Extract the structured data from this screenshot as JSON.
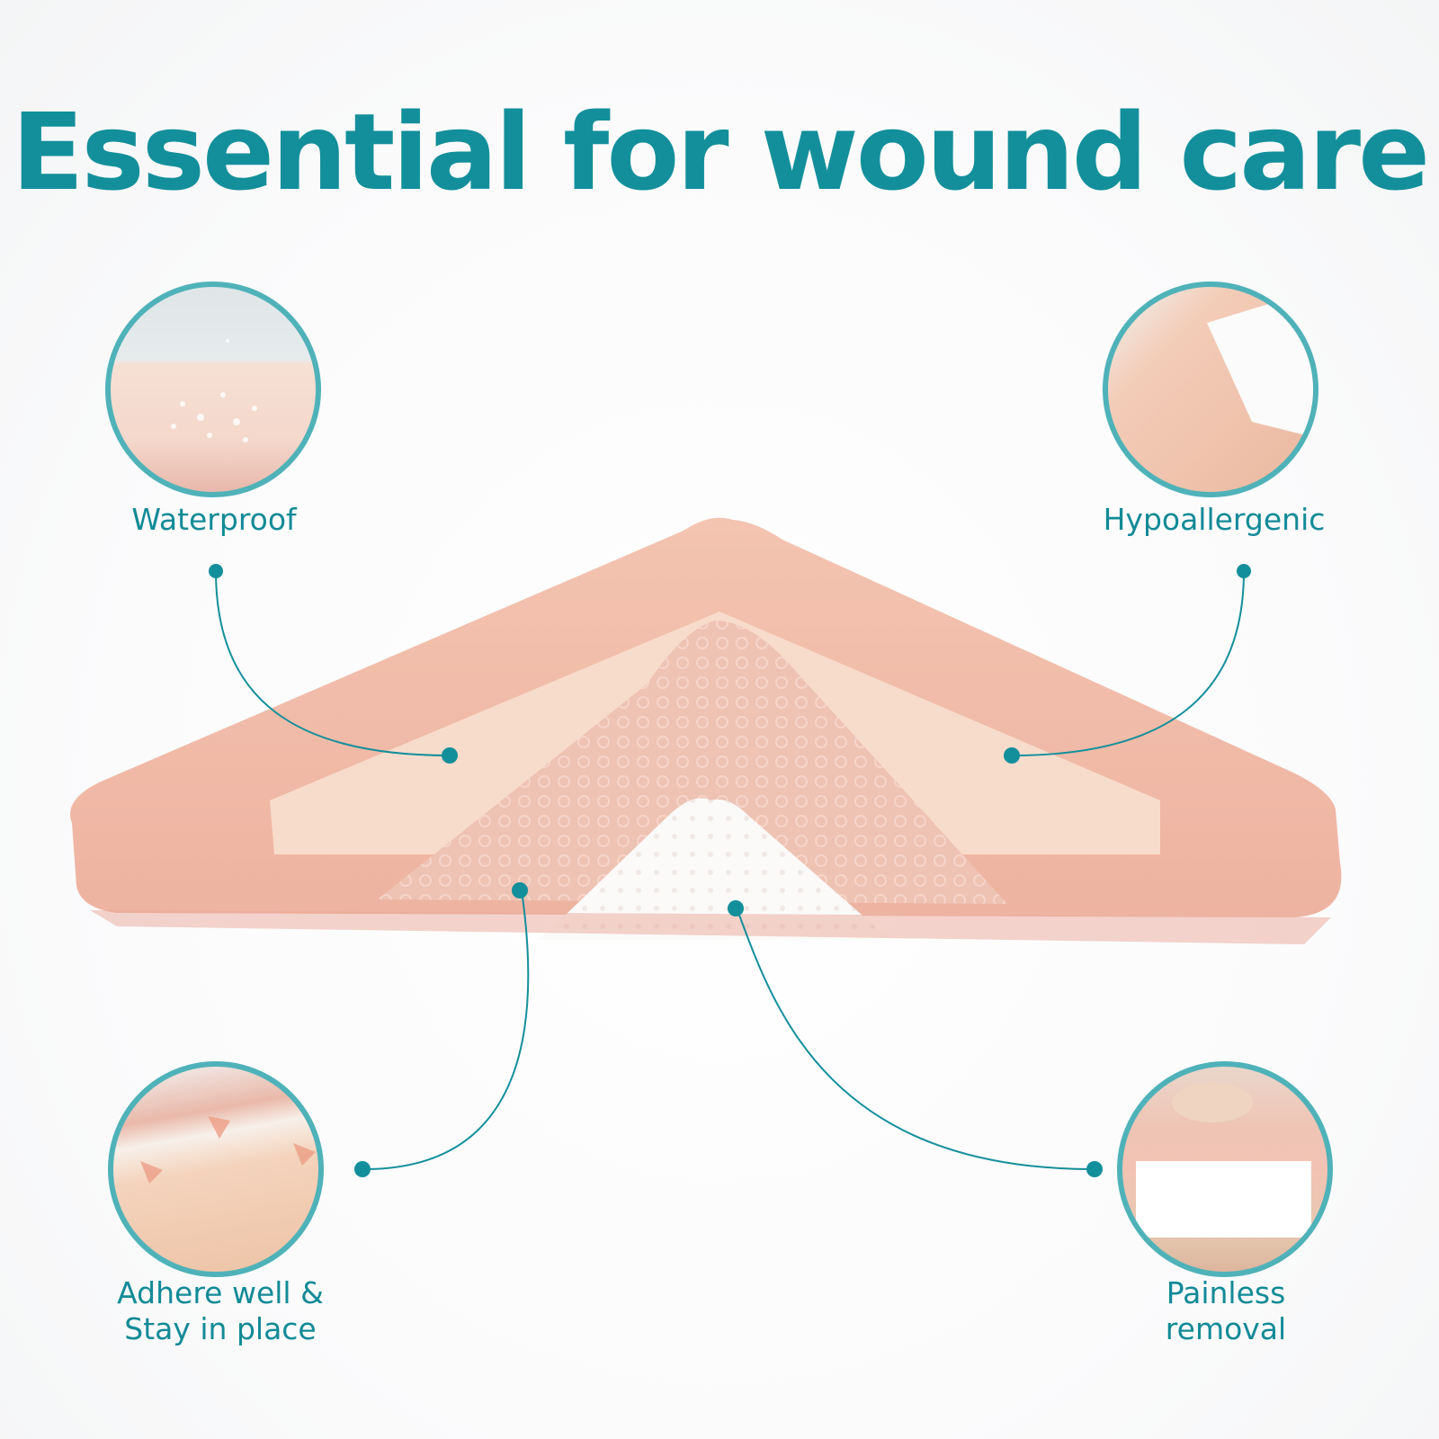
{
  "title": "Essential for wound care",
  "colors": {
    "accent": "#138f9b",
    "circle_border": "#4fb2b9",
    "dressing_border": "#f0b9a6",
    "dressing_pad": "#f7dccb",
    "contact_layer": "#eec0b2",
    "absorbent_core": "#ffffff"
  },
  "features": [
    {
      "id": "waterproof",
      "label": "Waterproof",
      "icon": "water-drops-on-pad"
    },
    {
      "id": "hypoallergenic",
      "label": "Hypoallergenic",
      "icon": "perforated-silicone-layer"
    },
    {
      "id": "adhere",
      "label_line1": "Adhere well &",
      "label_line2": "Stay in place",
      "icon": "dressing-adhering-to-skin"
    },
    {
      "id": "painless",
      "label_line1": "Painless",
      "label_line2": "removal",
      "icon": "finger-peeling-dressing"
    }
  ]
}
